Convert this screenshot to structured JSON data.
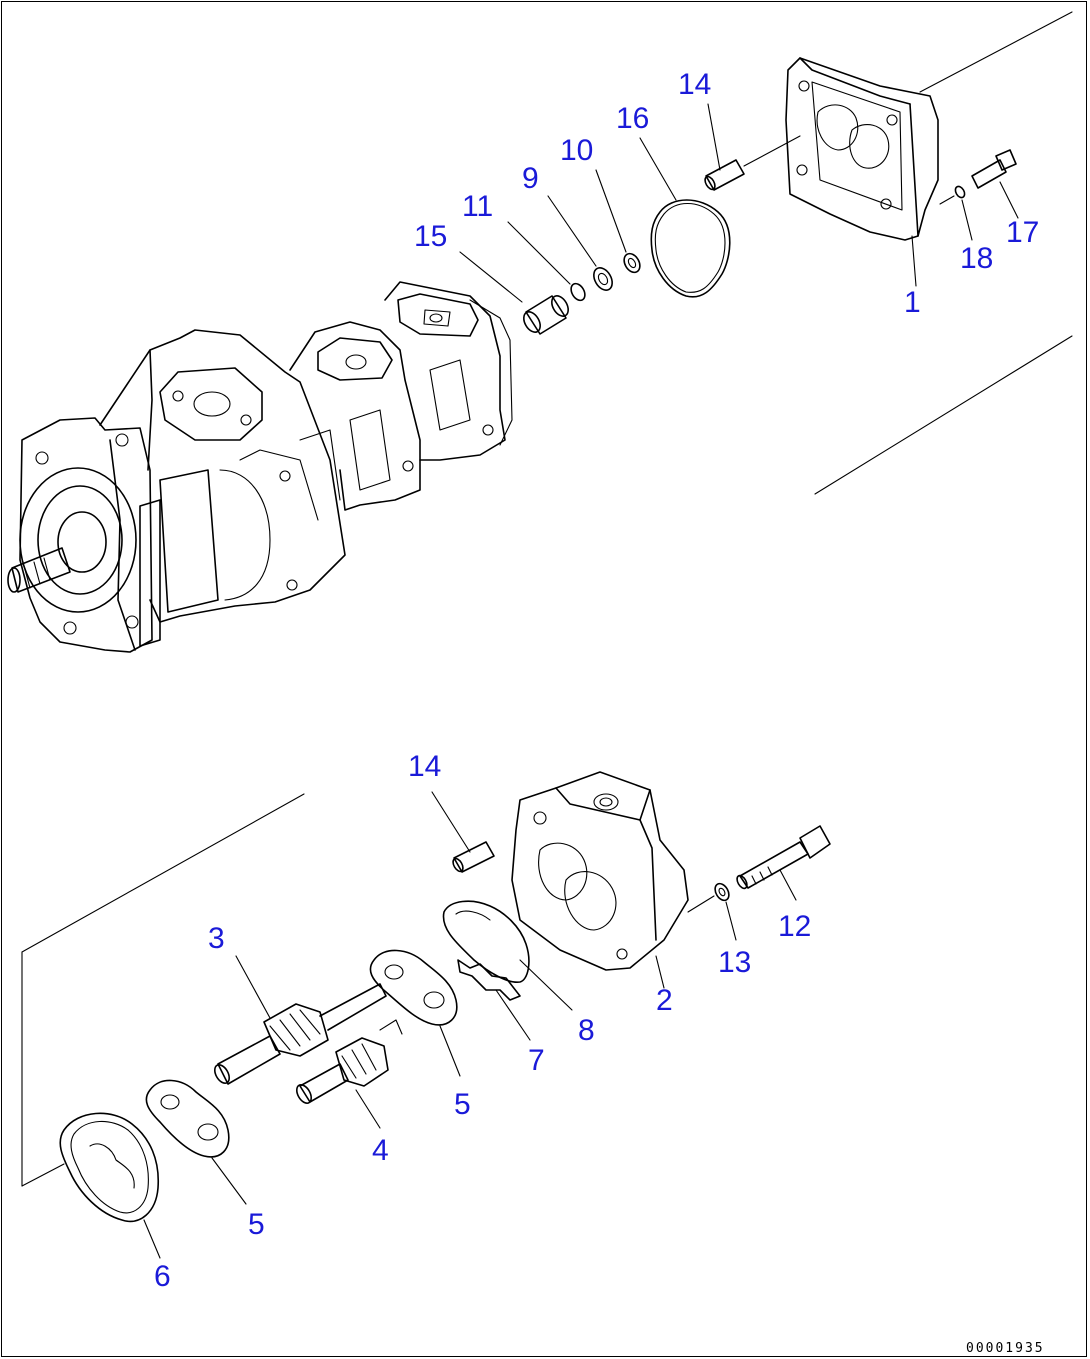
{
  "drawing_code": "00001935",
  "callouts": {
    "c1": "1",
    "c2": "2",
    "c3": "3",
    "c4": "4",
    "c5a": "5",
    "c5b": "5",
    "c6": "6",
    "c7": "7",
    "c8": "8",
    "c9": "9",
    "c10": "10",
    "c11": "11",
    "c12": "12",
    "c13": "13",
    "c14a": "14",
    "c14b": "14",
    "c15": "15",
    "c16": "16",
    "c17": "17",
    "c18": "18"
  },
  "colors": {
    "callout": "#1a1ad8",
    "line": "#000000",
    "background": "#ffffff"
  }
}
